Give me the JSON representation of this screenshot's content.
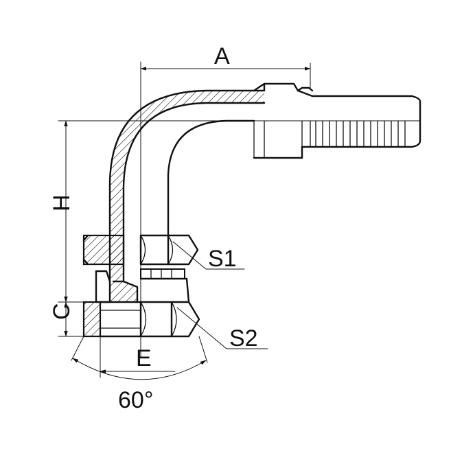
{
  "diagram": {
    "labels": {
      "A": "A",
      "H": "H",
      "C": "C",
      "E": "E",
      "S1": "S1",
      "S2": "S2",
      "angle": "60°"
    },
    "colors": {
      "line": "#111111",
      "background": "#ffffff"
    }
  }
}
